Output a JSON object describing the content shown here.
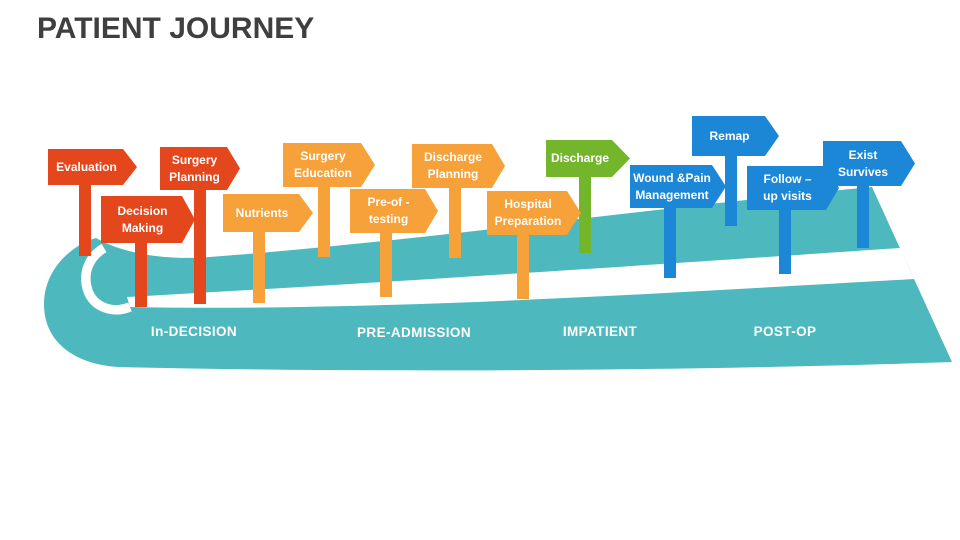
{
  "title": "PATIENT JOURNEY",
  "colors": {
    "red": "#E5471D",
    "orange": "#F6A13A",
    "green": "#74B62B",
    "blue": "#1B87D6",
    "road": "#4EB8BF",
    "stripe": "#FFFFFF",
    "title_text": "#3F3F3F",
    "sign_text": "#FFFFFF",
    "phase_text": "#FFFFFF"
  },
  "phases": [
    {
      "label": "In-DECISION"
    },
    {
      "label": "PRE-ADMISSION"
    },
    {
      "label": "IMPATIENT"
    },
    {
      "label": "POST-OP"
    }
  ],
  "signs": [
    {
      "id": "evaluation",
      "color": "red",
      "label": "Evaluation",
      "lines": [
        "Evaluation"
      ]
    },
    {
      "id": "decision-making",
      "color": "red",
      "label": "Decision Making",
      "lines": [
        "Decision",
        "Making"
      ]
    },
    {
      "id": "surgery-planning",
      "color": "red",
      "label": "Surgery Planning",
      "lines": [
        "Surgery",
        "Planning"
      ]
    },
    {
      "id": "nutrients",
      "color": "orange",
      "label": "Nutrients",
      "lines": [
        "Nutrients"
      ]
    },
    {
      "id": "surgery-education",
      "color": "orange",
      "label": "Surgery Education",
      "lines": [
        "Surgery",
        "Education"
      ]
    },
    {
      "id": "pre-of-testing",
      "color": "orange",
      "label": "Pre-of - testing",
      "lines": [
        "Pre-of -",
        "testing"
      ]
    },
    {
      "id": "discharge-planning",
      "color": "orange",
      "label": "Discharge Planning",
      "lines": [
        "Discharge",
        "Planning"
      ]
    },
    {
      "id": "hospital-preparation",
      "color": "orange",
      "label": "Hospital Preparation",
      "lines": [
        "Hospital",
        "Preparation"
      ]
    },
    {
      "id": "discharge",
      "color": "green",
      "label": "Discharge",
      "lines": [
        "Discharge"
      ]
    },
    {
      "id": "wound-pain-management",
      "color": "blue",
      "label": "Wound &Pain Management",
      "lines": [
        "Wound &Pain",
        "Management"
      ]
    },
    {
      "id": "remap",
      "color": "blue",
      "label": "Remap",
      "lines": [
        "Remap"
      ]
    },
    {
      "id": "follow-up-visits",
      "color": "blue",
      "label": "Follow – up visits",
      "lines": [
        "Follow –",
        "up visits"
      ]
    },
    {
      "id": "exist-survives",
      "color": "blue",
      "label": "Exist Survives",
      "lines": [
        "Exist",
        "Survives"
      ]
    }
  ]
}
